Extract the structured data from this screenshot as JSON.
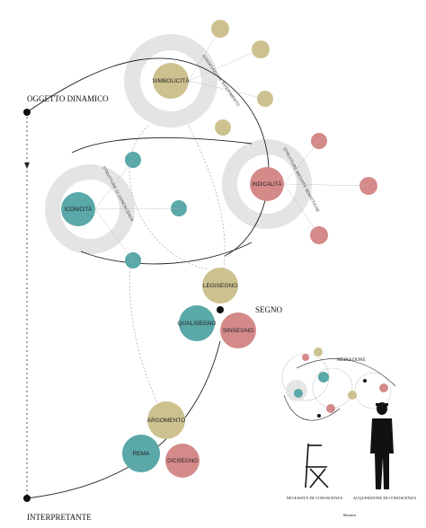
{
  "labels": {
    "oggetto_dinamico": "OGGETTO DINAMICO",
    "interpretante": "INTERPRETANTE",
    "segno": "SEGNO",
    "mediazione": "MEDIAZIONE",
    "semiosi": "Semiosi",
    "necessita": "NECESSITÀ DI CONOSCENZA",
    "acquisizione": "ACQUISIZIONE DI CONOSCENZA"
  },
  "nodes": {
    "simbolicita": "SIMBOLICITÀ",
    "iconicita": "ICONICITÀ",
    "indicalita": "INDICALITÀ",
    "legisegno": "LEGISEGNO",
    "qualisegno": "QUALISEGNO",
    "sinsegno": "SINSEGNO",
    "argomento": "ARGOMENTO",
    "rema": "REMA",
    "decisegno": "DICISEGNO"
  },
  "rings": {
    "simb": "ASSOCIAZIONE RIFERIMENTO",
    "icon": "STRUTTURE DI CONOSCENZA",
    "indic": "STRUTTURE MEDIATE SEMIOTICHE"
  },
  "colors": {
    "gold": "#cdc28f",
    "teal": "#5aa8a8",
    "rose": "#d48a89",
    "halo": "#e2e2e2",
    "line": "#222222"
  }
}
